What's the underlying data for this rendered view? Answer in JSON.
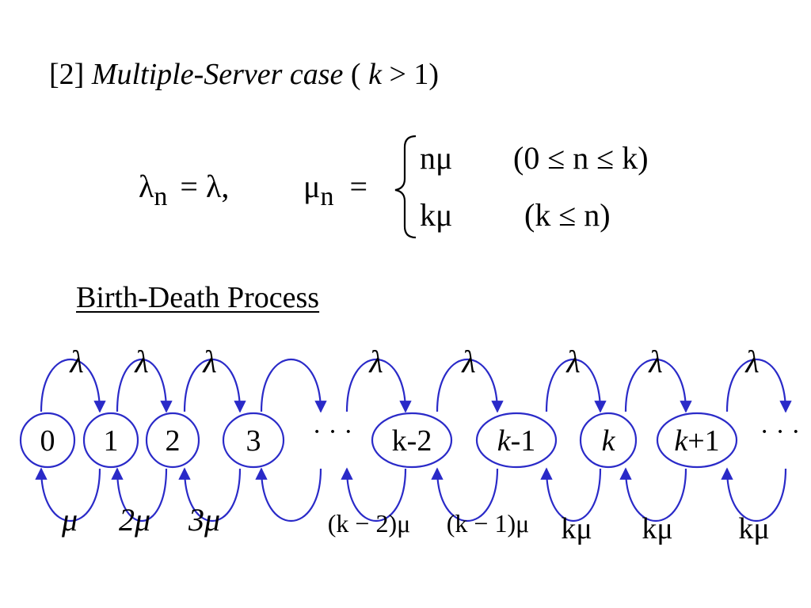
{
  "title": {
    "prefix": "[2] ",
    "case_name": "Multiple-Server case",
    "condition_open": " ( ",
    "k": "k",
    "condition_rest": " > 1)"
  },
  "formula": {
    "lambda_n": "λ",
    "lambda_sub": "n",
    "lambda_rhs": "= λ,",
    "mu_n": "μ",
    "mu_sub": "n",
    "equals": "=",
    "case1_value": "nμ",
    "case1_condition": "(0 ≤ n ≤ k)",
    "case2_value": "kμ",
    "case2_condition": "(k ≤ n)"
  },
  "section_heading": "Birth-Death Process",
  "diagram": {
    "ellipsis": "· · ·",
    "states": [
      {
        "label": "0",
        "italic": false
      },
      {
        "label": "1",
        "italic": false
      },
      {
        "label": "2",
        "italic": false
      },
      {
        "label": "3",
        "italic": false
      },
      {
        "label": "k-2",
        "italic": false
      },
      {
        "label": "k-1",
        "italic": true
      },
      {
        "label": "k",
        "italic": true
      },
      {
        "label": "k+1",
        "italic": true
      }
    ],
    "birth_rates": [
      "λ",
      "λ",
      "λ",
      "λ",
      "λ",
      "λ",
      "λ",
      "λ"
    ],
    "death_rates": [
      "μ",
      "2μ",
      "3μ",
      "(k − 2)μ",
      "(k − 1)μ",
      "kμ",
      "kμ",
      "kμ"
    ],
    "arrow_color": "#2a2ac8",
    "node_color": "#2a2ac8"
  }
}
